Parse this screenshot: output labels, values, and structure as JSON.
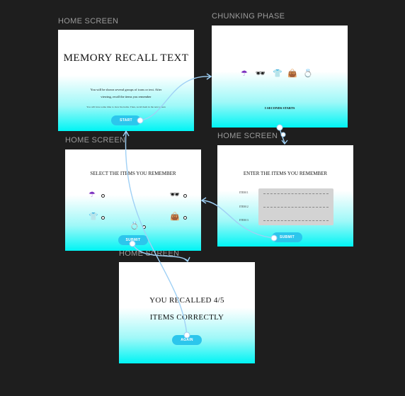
{
  "labels": {
    "f1": "HOME SCREEN",
    "f2": "CHUNKING PHASE",
    "f3": "HOME SCREEN",
    "f4": "HOME SCREEN",
    "f5": "HOME SCREEN"
  },
  "home": {
    "title": "MEMORY RECALL TEXT",
    "desc1": "You will be shown several groups of icons or text. After",
    "desc2": "viewing, recall the items you remember",
    "desc3": "You will have some time to view the items. Then, recall them in the next screen",
    "start": "START"
  },
  "chunking": {
    "icons": [
      "☂",
      "🕶",
      "👕",
      "👜",
      "💍"
    ],
    "caption": "5 SECONDS STARTS"
  },
  "enter": {
    "heading": "ENTER THE ITEMS YOU REMEMBER",
    "item1": "ITEM 1",
    "item2": "ITEM 2",
    "item3": "ITEM 3",
    "submit": "SUBMIT"
  },
  "select": {
    "heading": "SELECT THE  ITEMS YOU REMEMBER",
    "icons": [
      "☂",
      "🕶",
      "👕",
      "👜",
      "💍"
    ],
    "submit": "SUBMIT"
  },
  "result": {
    "line1": "YOU RECALLED 4/5",
    "line2": "ITEMS CORRECTLY",
    "again": "AGAIN"
  },
  "colors": {
    "background": "#1e1e1e",
    "accent": "#2cc6ec",
    "cyan": "#00f4f4",
    "connector": "#9fd0f5"
  }
}
